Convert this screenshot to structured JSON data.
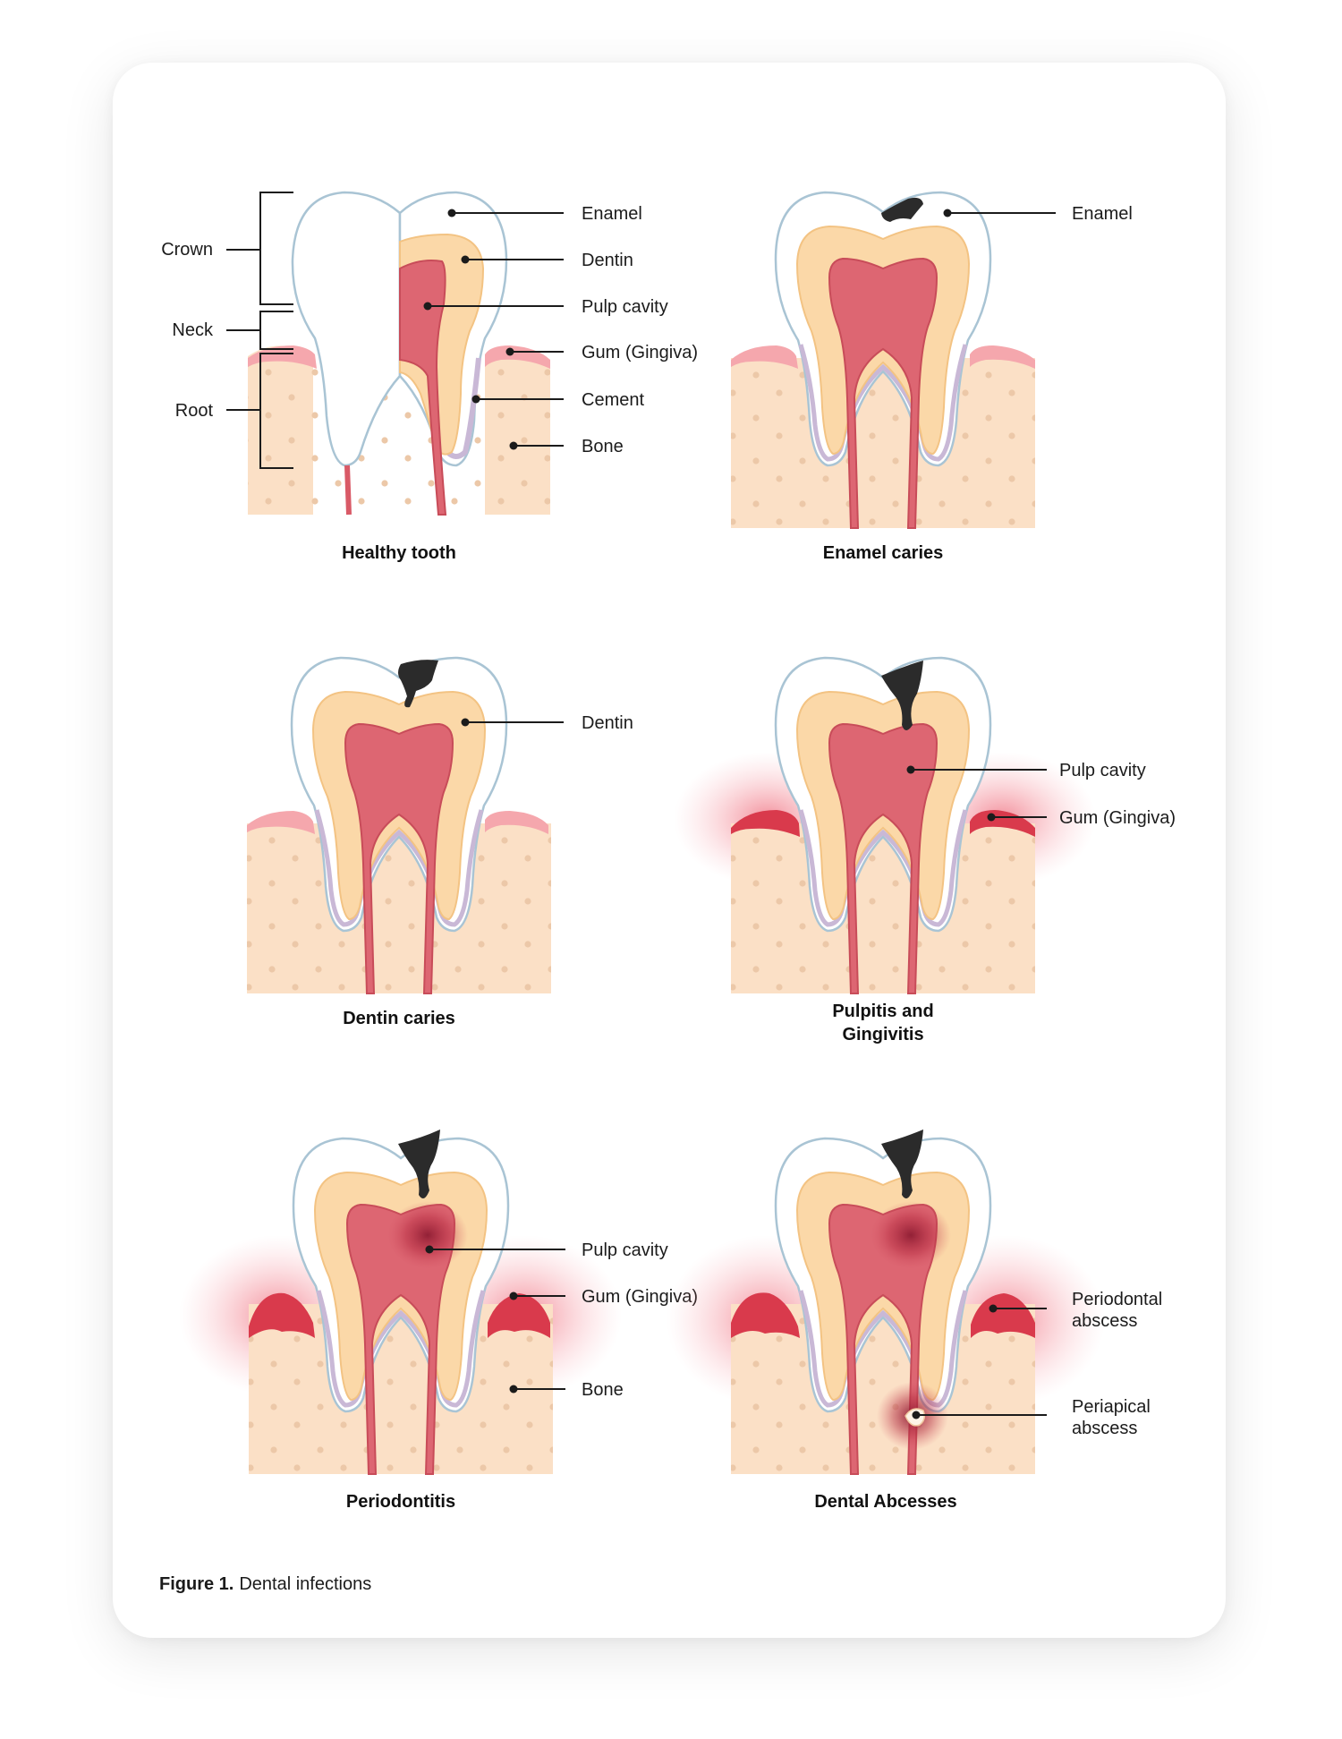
{
  "colors": {
    "bone": "#fbe0c6",
    "bone_dot": "#ecc7a6",
    "gum": "#f5a7ad",
    "gum_inflamed": "#e34858",
    "enamel_stroke": "#a9c4d4",
    "dentin": "#fbd8a8",
    "dentin_stroke": "#f3c383",
    "pulp": "#dd6672",
    "pulp_stroke": "#c84c59",
    "cement": "#c9b8d6",
    "decay": "#2b2b2b"
  },
  "panels": [
    {
      "id": "healthy",
      "caption": "Healthy tooth",
      "structure_labels": [
        "Crown",
        "Neck",
        "Root"
      ],
      "labels": [
        "Enamel",
        "Dentin",
        "Pulp cavity",
        "Gum (Gingiva)",
        "Cement",
        "Bone"
      ]
    },
    {
      "id": "enamel-caries",
      "caption": "Enamel caries",
      "labels": [
        "Enamel"
      ]
    },
    {
      "id": "dentin-caries",
      "caption": "Dentin caries",
      "labels": [
        "Dentin"
      ]
    },
    {
      "id": "pulpitis",
      "caption_lines": [
        "Pulpitis and",
        "Gingivitis"
      ],
      "labels": [
        "Pulp cavity",
        "Gum (Gingiva)"
      ]
    },
    {
      "id": "periodontitis",
      "caption": "Periodontitis",
      "labels": [
        "Pulp cavity",
        "Gum (Gingiva)",
        "Bone"
      ]
    },
    {
      "id": "abscesses",
      "caption": "Dental Abcesses",
      "label_lines": [
        [
          "Periodontal",
          "abscess"
        ],
        [
          "Periapical",
          "abscess"
        ]
      ]
    }
  ],
  "figure": {
    "prefix": "Figure 1.",
    "text": "Dental infections"
  }
}
